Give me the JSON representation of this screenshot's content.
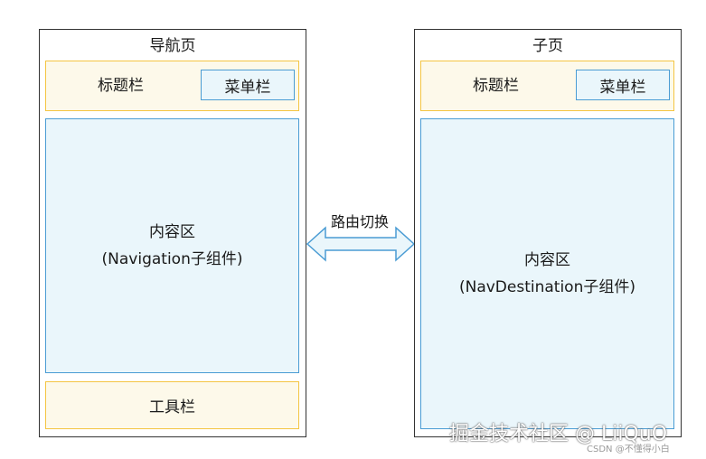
{
  "left_page": {
    "title": "导航页",
    "titlebar": "标题栏",
    "menubar": "菜单栏",
    "content_line1": "内容区",
    "content_line2": "(Navigation子组件)",
    "toolbar": "工具栏"
  },
  "right_page": {
    "title": "子页",
    "titlebar": "标题栏",
    "menubar": "菜单栏",
    "content_line1": "内容区",
    "content_line2": "(NavDestination子组件)"
  },
  "arrow": {
    "label": "路由切换"
  },
  "watermark": {
    "main": "掘金技术社区 @ LiiQuO",
    "small": "CSDN @不懂得小白"
  },
  "colors": {
    "yellow_border": "#f4c542",
    "yellow_fill": "#fdf9ea",
    "blue_border": "#4a9cd4",
    "blue_fill": "#eaf6fb",
    "frame": "#333333"
  }
}
